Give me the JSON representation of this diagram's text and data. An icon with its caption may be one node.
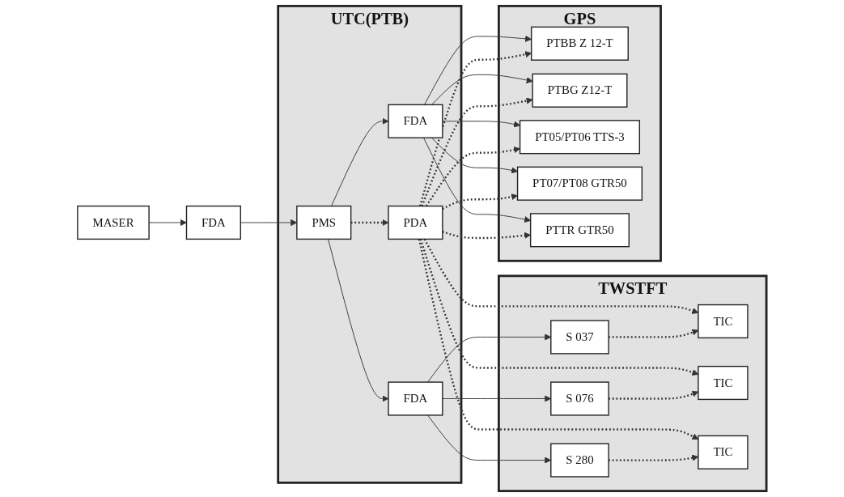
{
  "diagram": {
    "nodes": [
      {
        "text": [
          "TWSTFT"
        ]
      },
      {
        "text": [
          "S 037"
        ],
        "in": 0
      },
      {
        "text": [
          "TIC"
        ],
        "in": 0
      },
      {
        "text": [
          "S 076"
        ],
        "in": 0
      },
      {
        "text": [
          "TIC"
        ],
        "in": 0
      },
      {
        "text": [
          "S 280"
        ],
        "in": 0
      },
      {
        "text": [
          "TIC"
        ],
        "in": 0
      },
      {
        "text": [
          "GPS"
        ]
      },
      {
        "text": [
          "PTBB Z 12-T"
        ],
        "in": 7
      },
      {
        "text": [
          "PTBG Z12-T"
        ],
        "in": 7
      },
      {
        "text": [
          "PT05/PT06 TTS-3"
        ],
        "in": 7
      },
      {
        "text": [
          "PT07/PT08 GTR50"
        ],
        "in": 7
      },
      {
        "text": [
          "PTTR GTR50"
        ],
        "in": 7
      },
      {
        "text": [
          "UTC(PTB)"
        ]
      },
      {
        "text": [
          "FDA"
        ],
        "in": 13
      },
      {
        "text": [
          "FDA"
        ]
      },
      {
        "text": [
          "PMS"
        ],
        "in": 13
      },
      {
        "text": [
          "PDA"
        ],
        "in": 13
      },
      {
        "text": [
          "MASER"
        ]
      },
      {
        "text": [
          "FDA"
        ],
        "in": 13
      }
    ],
    "edges": [
      {
        "from": 18,
        "to": 15,
        "arrow": "to"
      },
      {
        "from": 15,
        "to": 16,
        "arrow": "to"
      },
      {
        "from": 16,
        "to": 14,
        "arrow": "to"
      },
      {
        "from": 16,
        "to": 19,
        "arrow": "to"
      },
      {
        "from": 16,
        "to": 17,
        "arrow": "to",
        "style": "dashed"
      },
      {
        "from": 14,
        "to": 1,
        "arrow": "to"
      },
      {
        "from": 14,
        "to": 3,
        "arrow": "to"
      },
      {
        "from": 14,
        "to": 5,
        "arrow": "to"
      },
      {
        "from": 1,
        "to": 2,
        "arrow": "to",
        "style": "dashed"
      },
      {
        "from": 3,
        "to": 4,
        "arrow": "to",
        "style": "dashed"
      },
      {
        "from": 5,
        "to": 6,
        "arrow": "to",
        "style": "dashed"
      },
      {
        "from": 17,
        "to": 2,
        "arrow": "to",
        "style": "dashed"
      },
      {
        "from": 17,
        "to": 4,
        "arrow": "to",
        "style": "dashed"
      },
      {
        "from": 17,
        "to": 6,
        "arrow": "to",
        "style": "dashed"
      },
      {
        "from": 17,
        "to": 8,
        "arrow": "to",
        "style": "dashed"
      },
      {
        "from": 17,
        "to": 9,
        "arrow": "to",
        "style": "dashed"
      },
      {
        "from": 17,
        "to": 10,
        "arrow": "to",
        "style": "dashed"
      },
      {
        "from": 17,
        "to": 11,
        "arrow": "to",
        "style": "dashed"
      },
      {
        "from": 17,
        "to": 12,
        "arrow": "to",
        "style": "dashed"
      },
      {
        "from": 19,
        "to": 8,
        "arrow": "to"
      },
      {
        "from": 19,
        "to": 9,
        "arrow": "to"
      },
      {
        "from": 19,
        "to": 10,
        "arrow": "to"
      },
      {
        "from": 19,
        "to": 11,
        "arrow": "to"
      },
      {
        "from": 19,
        "to": 12,
        "arrow": "to"
      }
    ]
  }
}
